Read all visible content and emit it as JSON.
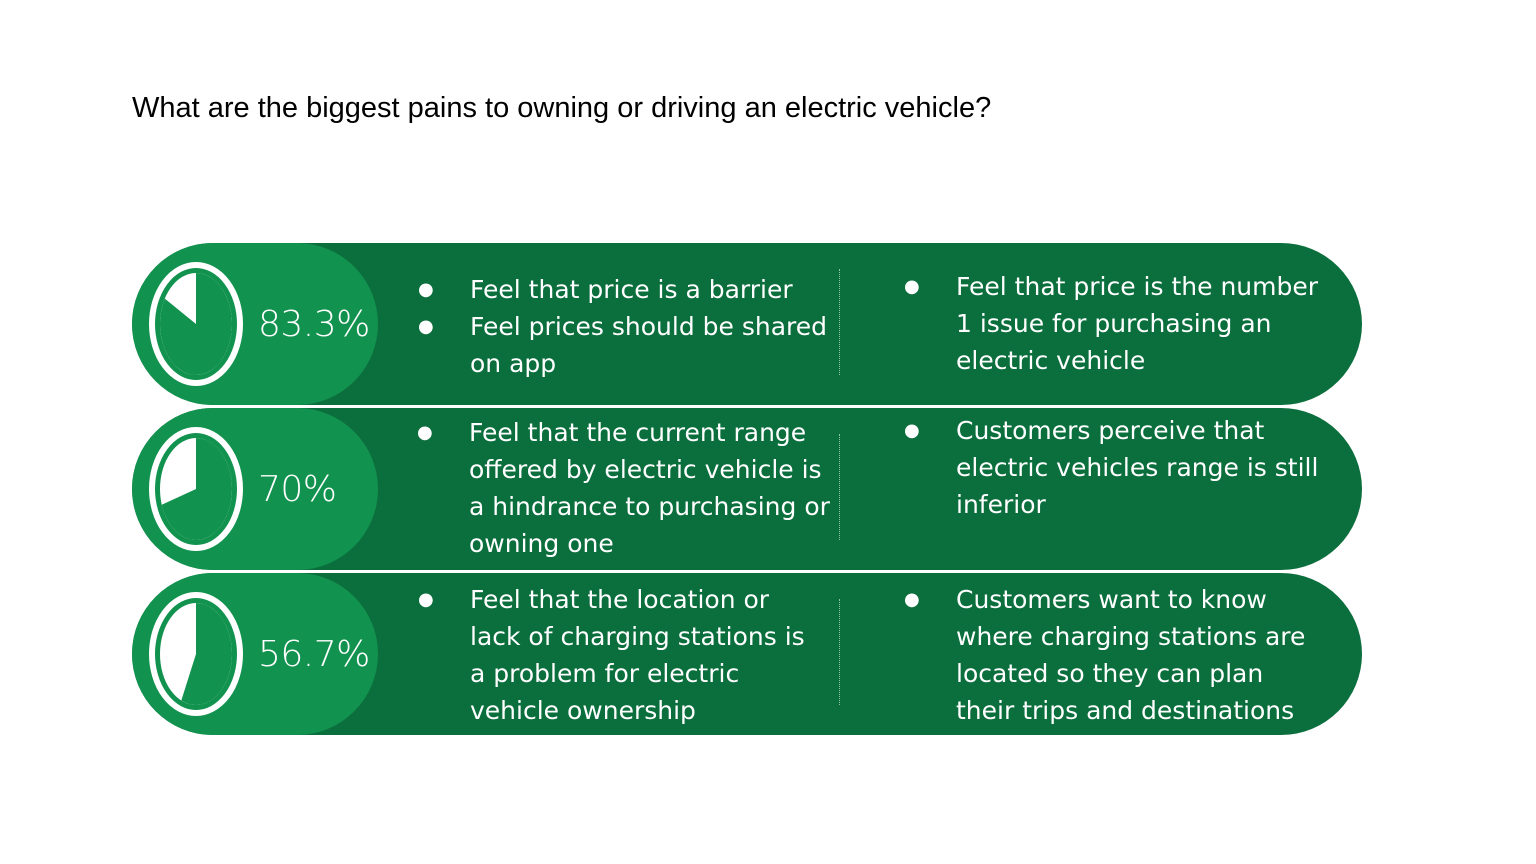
{
  "title": "What are the biggest pains to owning or driving an electric vehicle?",
  "colors": {
    "dark_green": "#0b6e3d",
    "light_green": "#12924f",
    "text": "#ffffff"
  },
  "rows": [
    {
      "percent_label": "83.3%",
      "percent_value": 83.3,
      "left_bullets": [
        "Feel that price is a barrier",
        "Feel prices should be shared on app"
      ],
      "right_bullets": [
        "Feel that price is the number 1 issue for purchasing an electric vehicle"
      ]
    },
    {
      "percent_label": "70%",
      "percent_value": 70,
      "left_bullets": [
        "Feel that the current range offered by electric vehicle is a hindrance to purchasing or owning one"
      ],
      "right_bullets": [
        "Customers perceive that electric vehicles range is still inferior"
      ]
    },
    {
      "percent_label": "56.7%",
      "percent_value": 56.7,
      "left_bullets": [
        "Feel that the location or lack of charging stations is a problem for electric vehicle ownership"
      ],
      "right_bullets": [
        "Customers want to know where charging stations are located so they can plan their trips and destinations"
      ]
    }
  ],
  "bullet_glyph": "●",
  "icons": {
    "pie": "pie-chart-icon"
  }
}
